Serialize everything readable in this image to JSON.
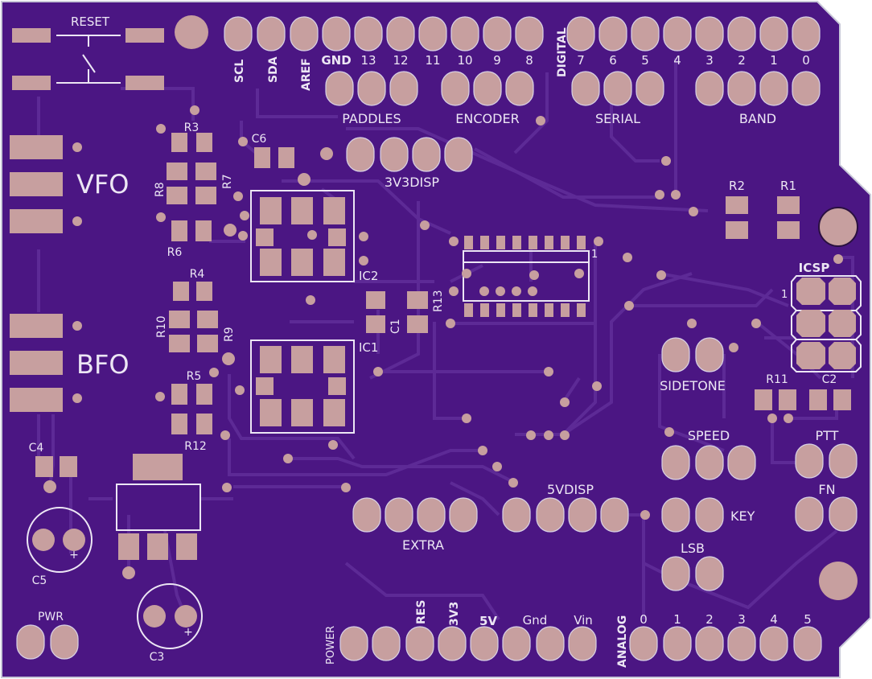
{
  "board": {
    "colors": {
      "substrate": "#4b1683",
      "trace": "#5d2a96",
      "pad": "#c79f9f",
      "silkscreen": "#ece6f4",
      "outline": "#c8c8d8"
    }
  },
  "labels": {
    "reset": "RESET",
    "vfo": "VFO",
    "bfo": "BFO",
    "scl": "SCL",
    "sda": "SDA",
    "aref": "AREF",
    "gnd": "GND",
    "d13": "13",
    "d12": "12",
    "d11": "11",
    "d10": "10",
    "d9": "9",
    "d8": "8",
    "digital": "DIGITAL",
    "d7": "7",
    "d6": "6",
    "d5": "5",
    "d4": "4",
    "d3": "3",
    "d2": "2",
    "d1": "1",
    "d0": "0",
    "paddles": "PADDLES",
    "encoder": "ENCODER",
    "serial": "SERIAL",
    "band": "BAND",
    "r3": "R3",
    "c6": "C6",
    "r8": "R8",
    "r7": "R7",
    "r6": "R6",
    "ic2": "IC2",
    "disp3v3": "3V3DISP",
    "r2": "R2",
    "r1": "R1",
    "icsp": "ICSP",
    "icsp_pin1": "1",
    "chip_pin1": "1",
    "r13": "R13",
    "c1": "C1",
    "r4": "R4",
    "r10": "R10",
    "r9": "R9",
    "ic1": "IC1",
    "sidetone": "SIDETONE",
    "r11": "R11",
    "c2": "C2",
    "r5": "R5",
    "r12": "R12",
    "c4": "C4",
    "speed": "SPEED",
    "ptt": "PTT",
    "fn": "FN",
    "disp5v": "5VDISP",
    "key": "KEY",
    "extra": "EXTRA",
    "lsb": "LSB",
    "c5": "C5",
    "plus": "+",
    "pwr": "PWR",
    "c3": "C3",
    "power": "POWER",
    "res": "RES",
    "p3v3": "3V3",
    "p5v": "5V",
    "pgnd": "Gnd",
    "vin": "Vin",
    "analog": "ANALOG",
    "a0": "0",
    "a1": "1",
    "a2": "2",
    "a3": "3",
    "a4": "4",
    "a5": "5"
  }
}
